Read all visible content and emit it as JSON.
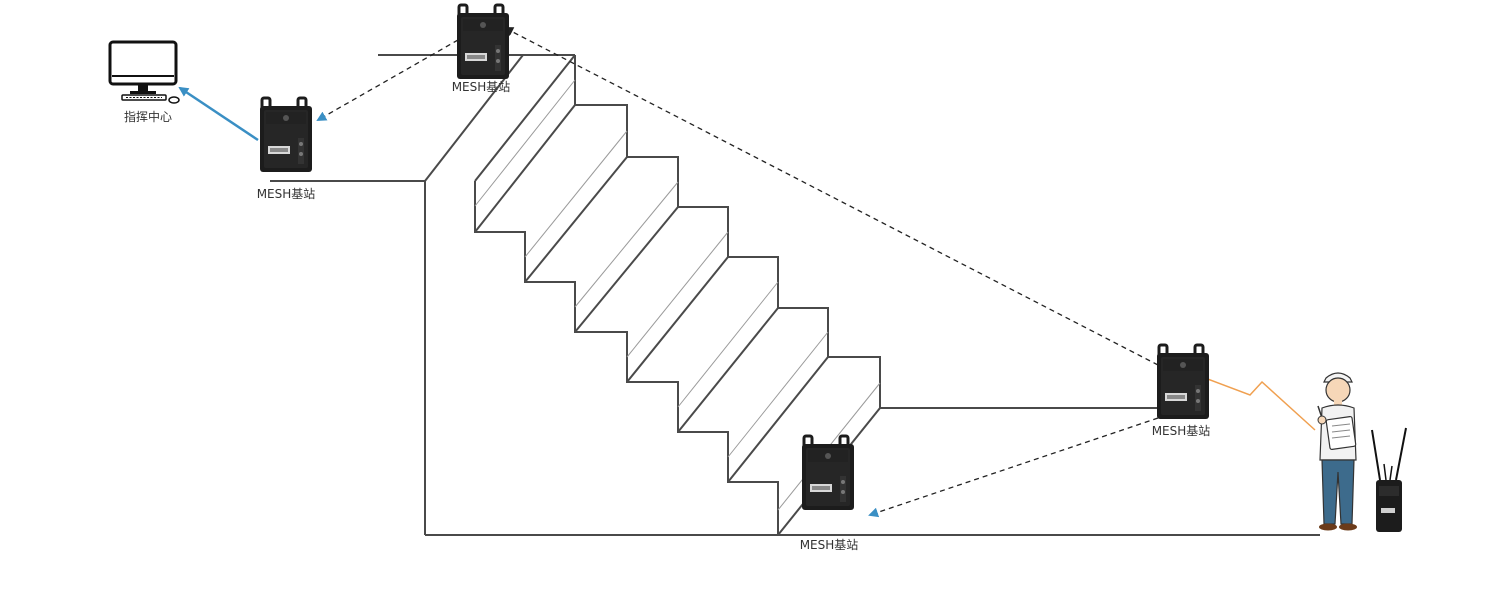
{
  "labels": {
    "command_center": "指挥中心",
    "station_top": "MESH基站",
    "station_left": "MESH基站",
    "station_right": "MESH基站",
    "station_bottom": "MESH基站"
  },
  "colors": {
    "stair_line": "#4a4a4a",
    "wireless_link": "#222222",
    "wired_link": "#3a8fc4",
    "radio_link": "#f0a050",
    "device_body": "#1c1c1c",
    "person_shirt": "#f2f2f2",
    "person_pants": "#3d6b8c"
  },
  "icons": {
    "command_center": "desktop-computer-icon",
    "station": "mesh-base-station-icon",
    "person": "field-operator-icon",
    "portable_radio": "portable-radio-icon"
  }
}
